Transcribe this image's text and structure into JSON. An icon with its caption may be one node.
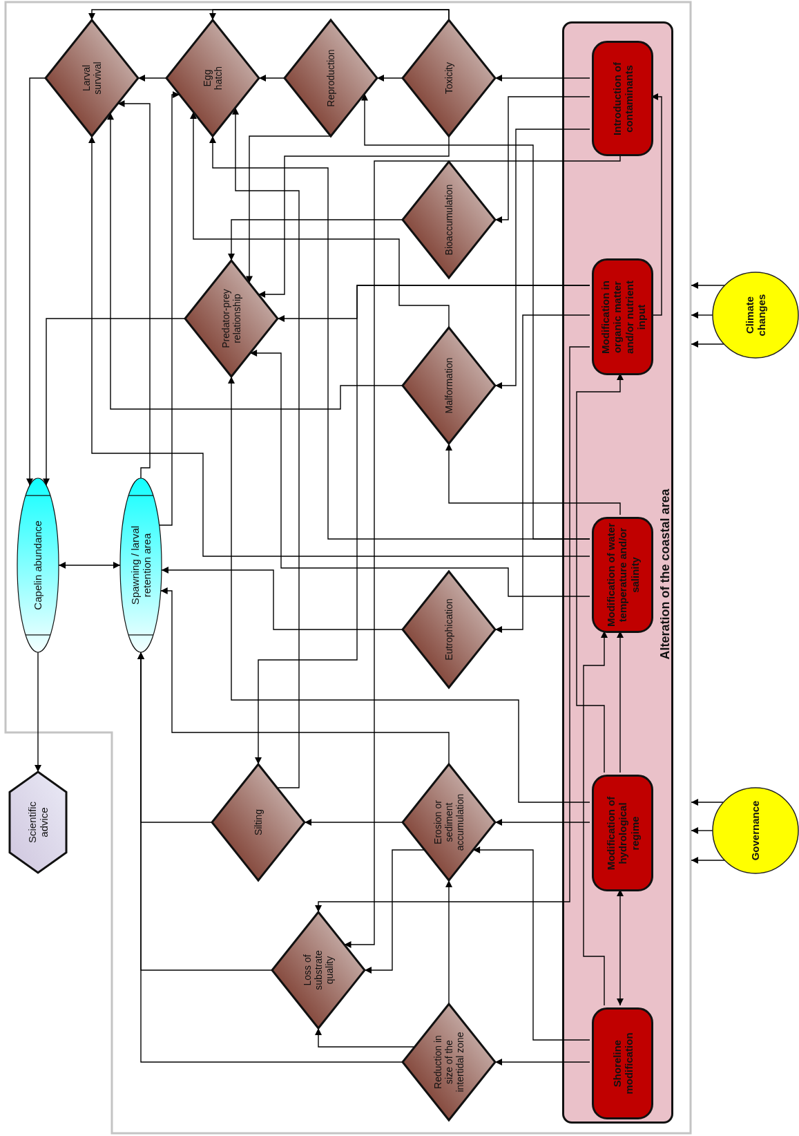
{
  "diagram": {
    "nodes": [
      {
        "text": [],
        "shape": "box"
      },
      {
        "text": [
          "Alteration of the coastal area"
        ],
        "in": 0
      },
      {
        "text": [
          "Introduction of contaminants"
        ],
        "in": 1
      },
      {
        "text": [
          "Modification in organic matter and/or nutrient input"
        ],
        "in": 1
      },
      {
        "text": [
          "Modification of water temperature and/or salinity"
        ],
        "in": 1
      },
      {
        "text": [
          "Modification of hydrological regime"
        ],
        "in": 1
      },
      {
        "text": [
          "Shoreline modification"
        ],
        "in": 1
      },
      {
        "text": [
          "Toxicity"
        ],
        "in": 0
      },
      {
        "text": [
          "Bioaccumulation"
        ],
        "in": 0
      },
      {
        "text": [
          "Malformation"
        ],
        "in": 0
      },
      {
        "text": [
          "Eutrophication"
        ],
        "in": 0
      },
      {
        "text": [
          "Erosion or sediment accumulation"
        ],
        "in": 0
      },
      {
        "text": [
          "Reduction in size of the intertidal zone"
        ],
        "in": 0
      },
      {
        "text": [
          "Reproduction"
        ],
        "in": 0
      },
      {
        "text": [
          "Egg hatch"
        ],
        "in": 0
      },
      {
        "text": [
          "Larval survival"
        ],
        "in": 0
      },
      {
        "text": [
          "Predator-prey relationship"
        ],
        "in": 0
      },
      {
        "text": [
          "Silting"
        ],
        "in": 0
      },
      {
        "text": [
          "Loss of substrate quality"
        ],
        "in": 0
      },
      {
        "text": [
          "Capelin abundance"
        ],
        "in": 0
      },
      {
        "text": [
          "Spawning / larval retention area"
        ],
        "in": 0
      },
      {
        "text": [
          "Scientific advice"
        ]
      },
      {
        "text": [
          "Climate changes"
        ]
      },
      {
        "text": [
          "Governance"
        ]
      }
    ],
    "edges": [
      {
        "from": 2,
        "to": 7,
        "arrow": "to"
      },
      {
        "from": 2,
        "to": 8,
        "arrow": "to"
      },
      {
        "from": 2,
        "to": 9,
        "arrow": "to"
      },
      {
        "from": 2,
        "to": 18,
        "arrow": "to"
      },
      {
        "from": 7,
        "to": 13,
        "arrow": "to"
      },
      {
        "from": 13,
        "to": 14,
        "arrow": "to"
      },
      {
        "from": 14,
        "to": 15,
        "arrow": "to"
      },
      {
        "from": 7,
        "to": 15,
        "arrow": "to"
      },
      {
        "from": 7,
        "to": 14,
        "arrow": "to"
      },
      {
        "from": 7,
        "to": 16,
        "arrow": "to"
      },
      {
        "from": 13,
        "to": 16,
        "arrow": "to"
      },
      {
        "from": 4,
        "to": 13,
        "arrow": "to"
      },
      {
        "from": 8,
        "to": 16,
        "arrow": "to"
      },
      {
        "from": 9,
        "to": 14,
        "arrow": "to"
      },
      {
        "from": 9,
        "to": 15,
        "arrow": "to"
      },
      {
        "from": 15,
        "to": 19,
        "arrow": "to"
      },
      {
        "from": 16,
        "to": 19,
        "arrow": "to"
      },
      {
        "from": 19,
        "to": 20,
        "arrow": "both"
      },
      {
        "from": 19,
        "to": 21,
        "arrow": "to"
      },
      {
        "from": 3,
        "to": 16,
        "arrow": "to"
      },
      {
        "from": 3,
        "to": 17,
        "arrow": "to"
      },
      {
        "from": 3,
        "to": 2,
        "arrow": "to"
      },
      {
        "from": 3,
        "to": 10,
        "arrow": "to"
      },
      {
        "from": 3,
        "to": 18,
        "arrow": "to"
      },
      {
        "from": 4,
        "to": 9,
        "arrow": "to"
      },
      {
        "from": 4,
        "to": 14,
        "arrow": "to"
      },
      {
        "from": 4,
        "to": 15,
        "arrow": "to"
      },
      {
        "from": 4,
        "to": 16,
        "arrow": "to"
      },
      {
        "from": 5,
        "to": 16,
        "arrow": "to"
      },
      {
        "from": 5,
        "to": 3,
        "arrow": "to"
      },
      {
        "from": 5,
        "to": 4,
        "arrow": "to"
      },
      {
        "from": 6,
        "to": 4,
        "arrow": "to"
      },
      {
        "from": 5,
        "to": 6,
        "arrow": "both"
      },
      {
        "from": 5,
        "to": 11,
        "arrow": "to"
      },
      {
        "from": 6,
        "to": 12,
        "arrow": "to"
      },
      {
        "from": 6,
        "to": 11,
        "arrow": "to"
      },
      {
        "from": 12,
        "to": 11,
        "arrow": "to"
      },
      {
        "from": 11,
        "to": 17,
        "arrow": "to"
      },
      {
        "from": 11,
        "to": 18,
        "arrow": "to"
      },
      {
        "from": 12,
        "to": 18,
        "arrow": "to"
      },
      {
        "from": 12,
        "to": 20,
        "arrow": "to"
      },
      {
        "from": 17,
        "to": 20,
        "arrow": "to"
      },
      {
        "from": 18,
        "to": 20,
        "arrow": "to"
      },
      {
        "from": 11,
        "to": 20,
        "arrow": "to"
      },
      {
        "from": 10,
        "to": 20,
        "arrow": "to"
      },
      {
        "from": 17,
        "to": 14,
        "arrow": "to"
      },
      {
        "from": 20,
        "to": 15,
        "arrow": "to"
      },
      {
        "from": 20,
        "to": 14,
        "arrow": "to"
      },
      {
        "from": 22,
        "to": 0,
        "arrow": "to"
      },
      {
        "from": 22,
        "to": 0,
        "arrow": "to"
      },
      {
        "from": 22,
        "to": 0,
        "arrow": "to"
      },
      {
        "from": 23,
        "to": 0,
        "arrow": "to"
      },
      {
        "from": 23,
        "to": 0,
        "arrow": "to"
      },
      {
        "from": 23,
        "to": 0,
        "arrow": "to"
      }
    ]
  }
}
